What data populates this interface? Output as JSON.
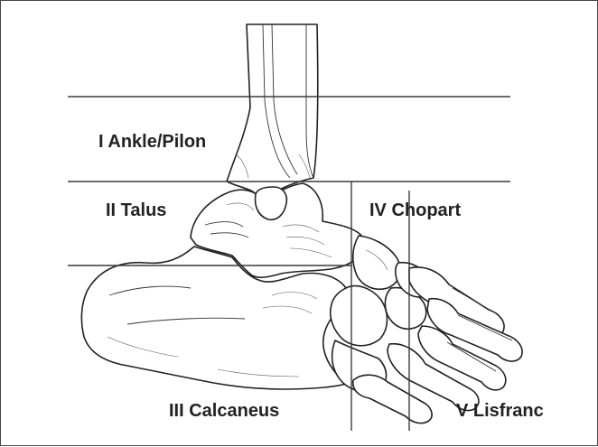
{
  "zones": [
    {
      "id": "I",
      "label": "I Ankle/Pilon"
    },
    {
      "id": "II",
      "label": "II Talus"
    },
    {
      "id": "III",
      "label": "III Calcaneus"
    },
    {
      "id": "IV",
      "label": "IV Chopart"
    },
    {
      "id": "V",
      "label": "V Lisfranc"
    }
  ]
}
